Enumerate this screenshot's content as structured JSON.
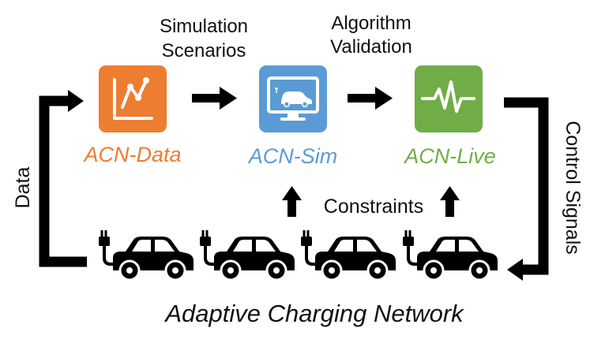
{
  "top_labels": {
    "simulation_line1": "Simulation",
    "simulation_line2": "Scenarios",
    "algorithm_line1": "Algorithm",
    "algorithm_line2": "Validation"
  },
  "nodes": [
    {
      "id": "acn-data",
      "label": "ACN-Data",
      "color": "#ED7D31",
      "label_color": "#ED7D31",
      "icon": "line-chart-icon"
    },
    {
      "id": "acn-sim",
      "label": "ACN-Sim",
      "color": "#5B9BD5",
      "label_color": "#5B9BD5",
      "icon": "monitor-car-icon"
    },
    {
      "id": "acn-live",
      "label": "ACN-Live",
      "color": "#70AD47",
      "label_color": "#70AD47",
      "icon": "pulse-icon"
    }
  ],
  "side_labels": {
    "left": "Data",
    "right": "Control Signals"
  },
  "constraints_label": "Constraints",
  "network_label": "Adaptive Charging Network",
  "car_count": 4,
  "colors": {
    "arrow": "#000000",
    "icon_white": "#ffffff"
  }
}
